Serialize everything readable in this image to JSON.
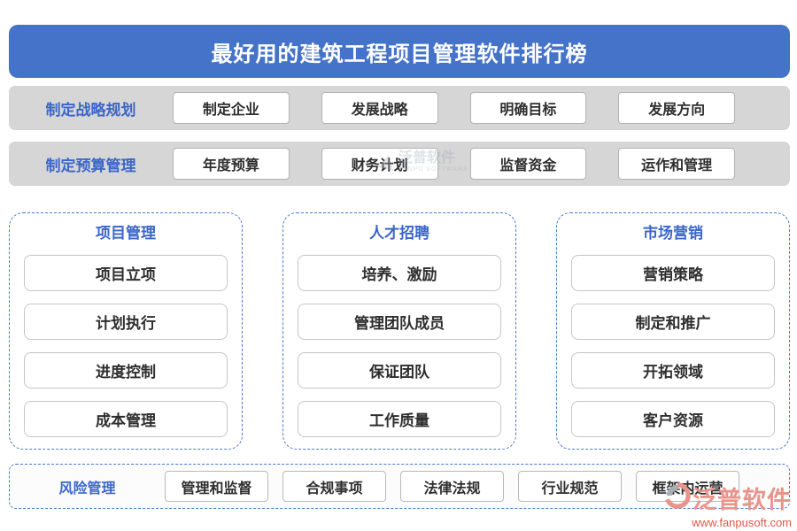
{
  "header": {
    "title": "最好用的建筑工程项目管理软件排行榜"
  },
  "rows": [
    {
      "label": "制定战略规划",
      "items": [
        "制定企业",
        "发展战略",
        "明确目标",
        "发展方向"
      ]
    },
    {
      "label": "制定预算管理",
      "items": [
        "年度预算",
        "财务计划",
        "监督资金",
        "运作和管理"
      ]
    }
  ],
  "cards": [
    {
      "title": "项目管理",
      "items": [
        "项目立项",
        "计划执行",
        "进度控制",
        "成本管理"
      ]
    },
    {
      "title": "人才招聘",
      "items": [
        "培养、激励",
        "管理团队成员",
        "保证团队",
        "工作质量"
      ]
    },
    {
      "title": "市场营销",
      "items": [
        "营销策略",
        "制定和推广",
        "开拓领域",
        "客户资源"
      ]
    }
  ],
  "bottom_row": {
    "label": "风险管理",
    "items": [
      "管理和监督",
      "合规事项",
      "法律法规",
      "行业规范",
      "框架内运营"
    ]
  },
  "watermark": {
    "center_text": "泛普软件",
    "center_sub": "FANPU SOFTWARE",
    "brand_name": "泛普软件",
    "brand_url": "www.fanpusoft.com"
  },
  "colors": {
    "header_bg": "#4573C9",
    "accent_blue": "#3B66C9",
    "bar_bg": "#D6D6D6",
    "dashed_border": "#4C79D1",
    "button_border": "#B3B3B3",
    "logo_salmon": "#E8948B",
    "logo_red": "#E25749"
  }
}
